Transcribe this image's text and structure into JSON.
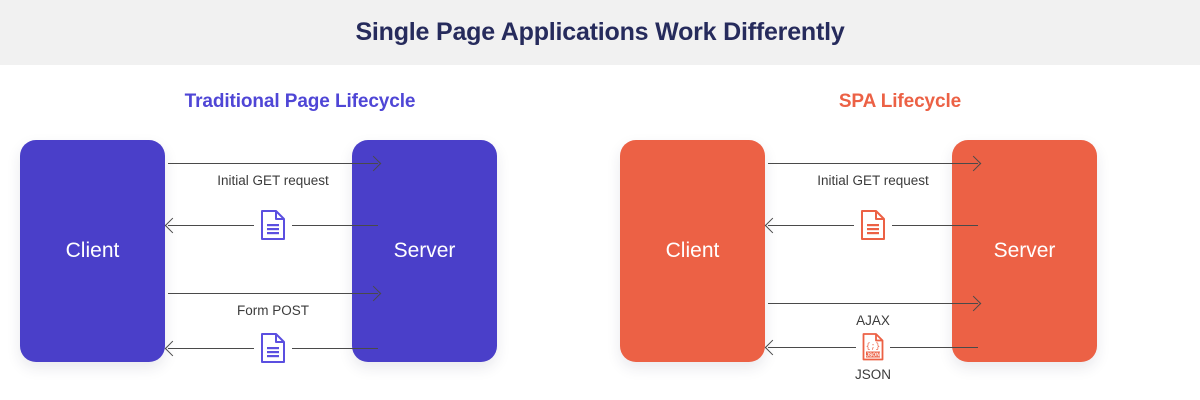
{
  "header": {
    "title": "Single Page Applications Work Differently",
    "band_color": "#f1f1f1",
    "title_color": "#262b5c"
  },
  "panels": [
    {
      "id": "traditional",
      "title": "Traditional Page Lifecycle",
      "accent_color": "#4f46d6",
      "box_color": "#4a3fc9",
      "nodes": {
        "client": "Client",
        "server": "Server"
      },
      "flows": [
        {
          "direction": "right",
          "label": "Initial GET request",
          "label_position": "below",
          "icon": ""
        },
        {
          "direction": "left",
          "label": "",
          "label_position": "below",
          "icon": "document-icon"
        },
        {
          "direction": "right",
          "label": "Form POST",
          "label_position": "below",
          "icon": ""
        },
        {
          "direction": "left",
          "label": "",
          "label_position": "below",
          "icon": "document-icon"
        }
      ]
    },
    {
      "id": "spa",
      "title": "SPA Lifecycle",
      "accent_color": "#ec6145",
      "box_color": "#ec6145",
      "nodes": {
        "client": "Client",
        "server": "Server"
      },
      "flows": [
        {
          "direction": "right",
          "label": "Initial GET request",
          "label_position": "below",
          "icon": ""
        },
        {
          "direction": "left",
          "label": "",
          "label_position": "below",
          "icon": "document-icon"
        },
        {
          "direction": "right",
          "label": "AJAX",
          "label_position": "below",
          "icon": ""
        },
        {
          "direction": "left",
          "label": "JSON",
          "label_position": "under-icon",
          "icon": "json-file-icon"
        }
      ]
    }
  ]
}
